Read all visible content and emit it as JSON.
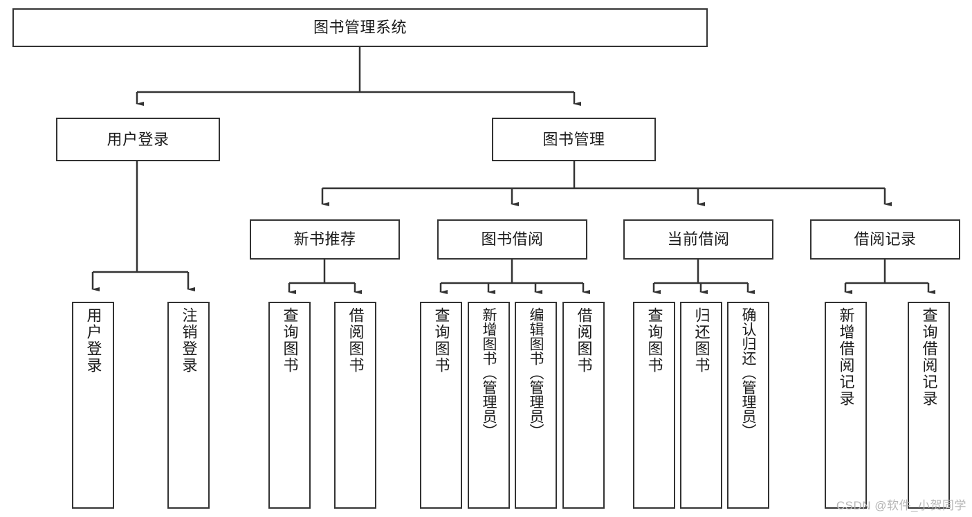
{
  "diagram": {
    "type": "tree-hierarchy-chart",
    "title": "图书管理系统",
    "watermark": "CSDN @软件_小贺同学",
    "colors": {
      "box_border": "#333333",
      "box_fill": "#ffffff",
      "connector": "#333333",
      "text": "#1b1b1b",
      "watermark": "#b6b6b6",
      "background": "#ffffff"
    },
    "root": {
      "label": "图书管理系统"
    },
    "level2": [
      {
        "label": "用户登录"
      },
      {
        "label": "图书管理"
      }
    ],
    "level3": [
      {
        "label": "新书推荐"
      },
      {
        "label": "图书借阅"
      },
      {
        "label": "当前借阅"
      },
      {
        "label": "借阅记录"
      }
    ],
    "leaves": {
      "user_login": [
        {
          "label": "用户登录"
        },
        {
          "label": "注销登录"
        }
      ],
      "new_book_recommend": [
        {
          "label": "查询图书"
        },
        {
          "label": "借阅图书"
        }
      ],
      "book_borrow": [
        {
          "label": "查询图书"
        },
        {
          "label": "新增图书（管理员）"
        },
        {
          "label": "编辑图书（管理员）"
        },
        {
          "label": "借阅图书"
        }
      ],
      "current_borrow": [
        {
          "label": "查询图书"
        },
        {
          "label": "归还图书"
        },
        {
          "label": "确认归还（管理员）"
        }
      ],
      "borrow_record": [
        {
          "label": "新增借阅记录"
        },
        {
          "label": "查询借阅记录"
        }
      ]
    }
  }
}
